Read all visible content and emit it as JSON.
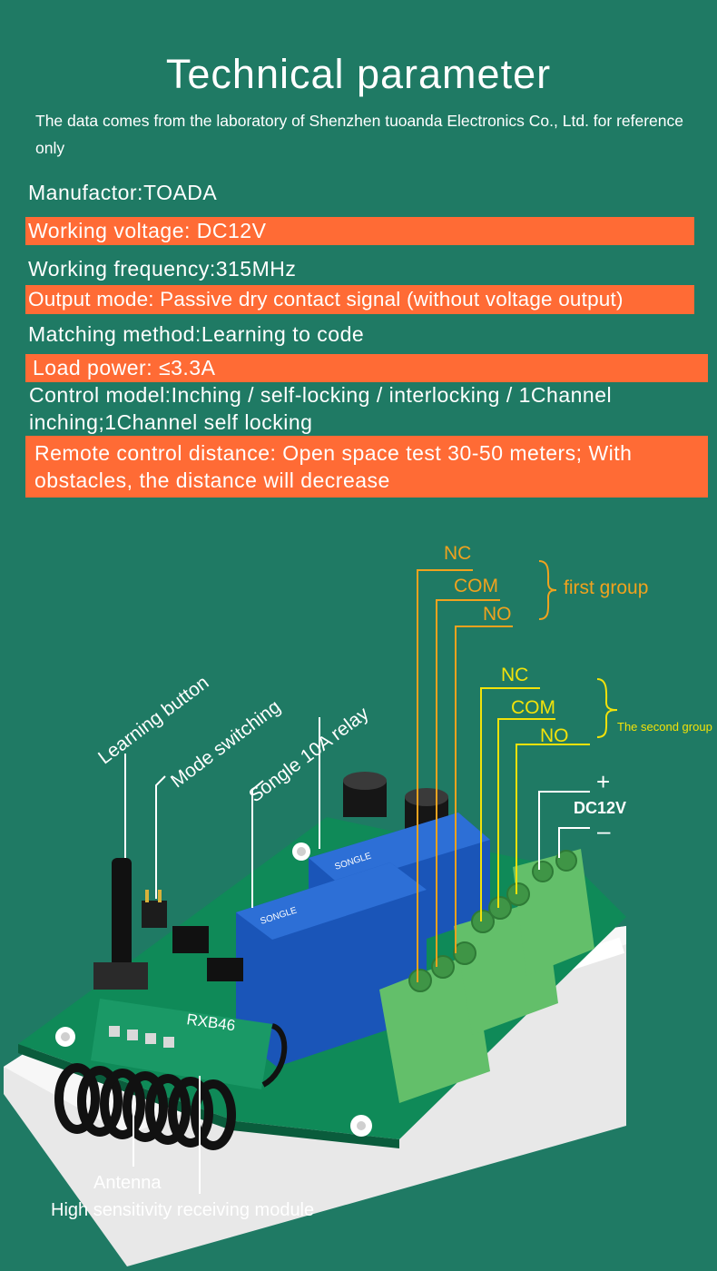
{
  "header": {
    "title": "Technical parameter",
    "subtitle": "The data comes from the laboratory of Shenzhen tuoanda Electronics Co., Ltd. for reference only"
  },
  "specs": {
    "manufactor": "Manufactor:TOADA",
    "voltage": "Working voltage: DC12V",
    "frequency": "Working frequency:315MHz",
    "output": "Output mode: Passive dry contact signal (without voltage output)",
    "matching": "Matching method:Learning to code",
    "load": "Load power: ≤3.3A",
    "control": "Control model:Inching / self-locking / interlocking / 1Channel inching;1Channel self locking",
    "remote": "Remote control distance: Open space test 30-50 meters; With obstacles, the distance will decrease"
  },
  "diagram": {
    "group1": {
      "nc": "NC",
      "com": "COM",
      "no": "NO",
      "label": "first group"
    },
    "group2": {
      "nc": "NC",
      "com": "COM",
      "no": "NO",
      "label": "The second group"
    },
    "power": {
      "plus": "+",
      "voltage": "DC12V",
      "minus": "–"
    },
    "learning_button": "Learning button",
    "mode_switching": "Mode switching",
    "relay": "Songle 10A relay",
    "antenna": "Antenna",
    "module": "High sensitivity receiving module",
    "module_chip": "RXB46"
  },
  "colors": {
    "background": "#1f7a64",
    "highlight": "#ff6b35",
    "label_orange": "#f0a21e",
    "second_group_yellow": "#f2e20a"
  }
}
